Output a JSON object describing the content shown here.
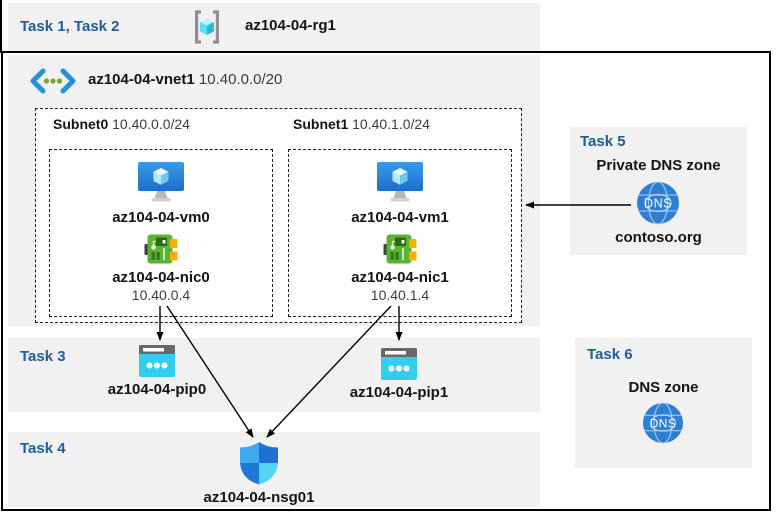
{
  "colors": {
    "task_label": "#1f5c99",
    "band_bg": "#f1f1f1",
    "arrow": "#000000",
    "vm_blue": "#1b7fd9",
    "nic_green": "#5cb232",
    "pip_cyan": "#35cdef",
    "dns_blue": "#2e7fd2"
  },
  "header": {
    "tasks_label": "Task 1, Task 2",
    "resource_group": "az104-04-rg1"
  },
  "vnet": {
    "name": "az104-04-vnet1",
    "cidr": "10.40.0.0/20",
    "subnets": [
      {
        "name": "Subnet0",
        "cidr": "10.40.0.0/24",
        "vm": "az104-04-vm0",
        "nic": "az104-04-nic0",
        "ip": "10.40.0.4"
      },
      {
        "name": "Subnet1",
        "cidr": "10.40.1.0/24",
        "vm": "az104-04-vm1",
        "nic": "az104-04-nic1",
        "ip": "10.40.1.4"
      }
    ]
  },
  "task3": {
    "label": "Task 3",
    "pip0": "az104-04-pip0",
    "pip1": "az104-04-pip1"
  },
  "task4": {
    "label": "Task 4",
    "nsg": "az104-04-nsg01"
  },
  "task5": {
    "label": "Task 5",
    "title": "Private DNS zone",
    "zone": "contoso.org",
    "icon_text": "DNS"
  },
  "task6": {
    "label": "Task 6",
    "title": "DNS zone",
    "icon_text": "DNS"
  }
}
